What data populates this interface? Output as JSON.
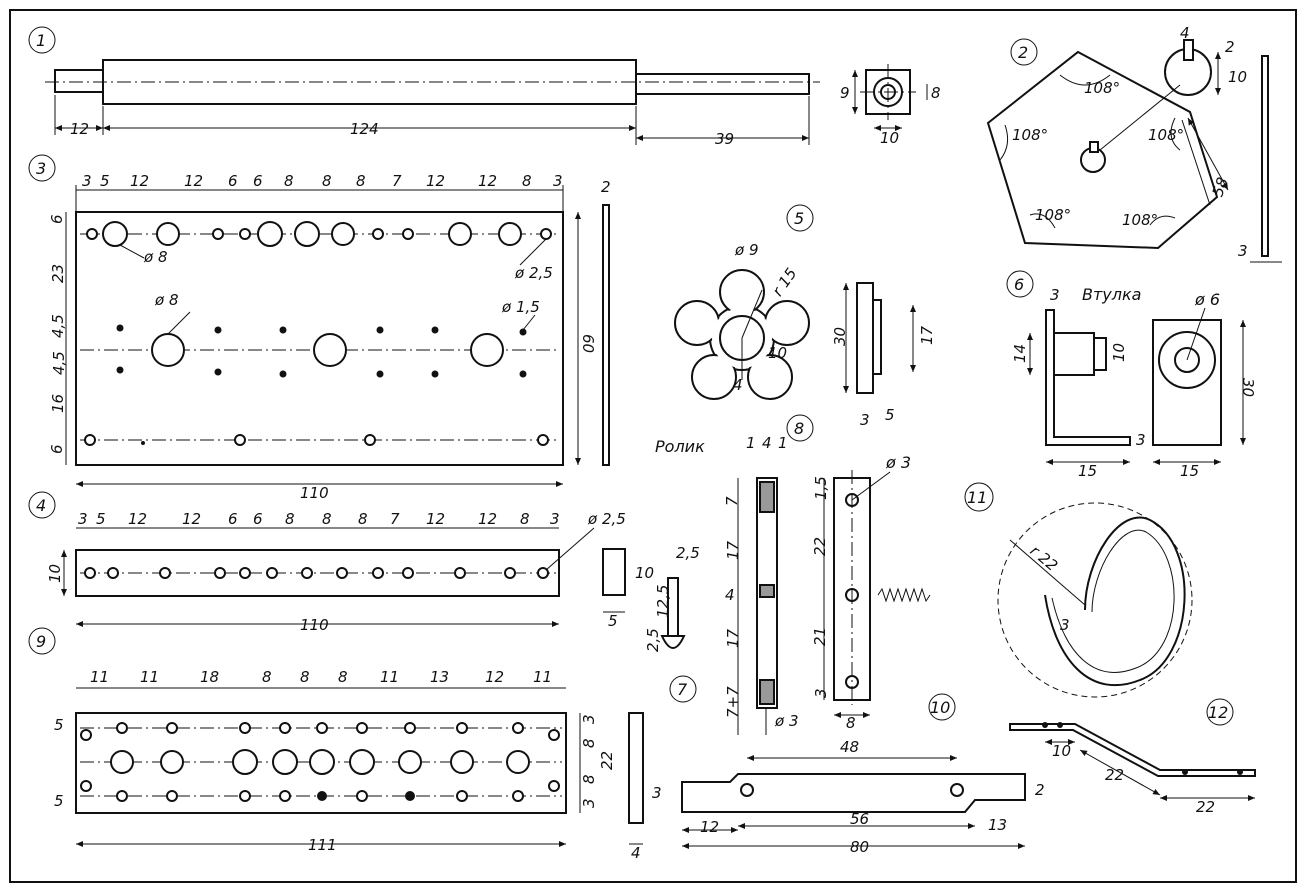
{
  "parts": {
    "p1": {
      "num": "1",
      "d12": "12",
      "d124": "124",
      "d39": "39",
      "d9": "9",
      "d8": "8",
      "d10": "10"
    },
    "p2": {
      "num": "2",
      "d4": "4",
      "d2": "2",
      "d10": "10",
      "a1": "108°",
      "a2": "108°",
      "a3": "108°",
      "a4": "108°",
      "a5": "108°",
      "d58": "58",
      "d3": "3"
    },
    "p3": {
      "num": "3",
      "top": [
        "3",
        "5",
        "12",
        "12",
        "6",
        "6",
        "8",
        "8",
        "8",
        "7",
        "12",
        "12",
        "8",
        "3"
      ],
      "d2": "2",
      "left": [
        "6",
        "23",
        "4,5",
        "4,5",
        "16",
        "6"
      ],
      "d60": "60",
      "d110": "110",
      "dia8a": "ø 8",
      "dia8b": "ø 8",
      "dia25": "ø 2,5",
      "dia15": "ø 1,5"
    },
    "p4": {
      "num": "4",
      "top": [
        "3",
        "5",
        "12",
        "12",
        "6",
        "6",
        "8",
        "8",
        "8",
        "7",
        "12",
        "12",
        "8",
        "3"
      ],
      "dia25": "ø 2,5",
      "d10": "10",
      "d110": "110"
    },
    "p5": {
      "num": "5",
      "dia9": "ø 9",
      "r15": "r 15",
      "d10": "10",
      "d4": "4",
      "d30": "30",
      "d17": "17",
      "d3": "3",
      "d5": "5"
    },
    "p6": {
      "num": "6",
      "d3": "3",
      "vtulka": "Втулка",
      "dia6": "ø 6",
      "d14": "14",
      "d10": "10",
      "d30": "30",
      "d3b": "3",
      "d15a": "15",
      "d15b": "15"
    },
    "p7": {
      "num": "7",
      "d25": "2,5",
      "d10": "10",
      "d5": "5",
      "d125": "12,5",
      "d25b": "2,5"
    },
    "p8": {
      "num": "8",
      "rolik": "Ролик",
      "d1a": "1",
      "d4": "4",
      "d1b": "1",
      "d7": "7",
      "d17a": "17",
      "d4b": "4",
      "d17b": "17",
      "d77": "7+7",
      "dia3": "ø 3",
      "dia3b": "ø 3",
      "d15": "1,5",
      "d22": "22",
      "d21": "21",
      "d3": "3",
      "d8": "8"
    },
    "p9": {
      "num": "9",
      "top": [
        "11",
        "11",
        "18",
        "8",
        "8",
        "8",
        "11",
        "13",
        "12",
        "11"
      ],
      "d5a": "5",
      "d5b": "5",
      "right": [
        "3",
        "8",
        "8",
        "3"
      ],
      "d22": "22",
      "d111": "111",
      "d3": "3",
      "d4": "4"
    },
    "p10": {
      "num": "10",
      "d48": "48",
      "d2": "2",
      "d12": "12",
      "d56": "56",
      "d13": "13",
      "d80": "80"
    },
    "p11": {
      "num": "11",
      "r22": "r 22",
      "d3": "3"
    },
    "p12": {
      "num": "12",
      "d10": "10",
      "d22a": "22",
      "d22b": "22"
    }
  }
}
